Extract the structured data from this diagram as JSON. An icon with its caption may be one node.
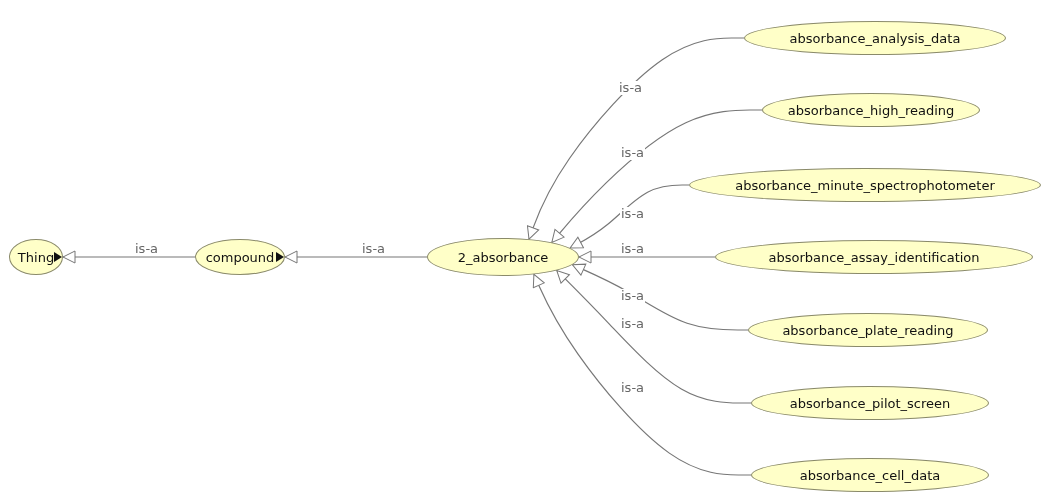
{
  "diagram": {
    "nodes": [
      {
        "text": [
          "Thing"
        ]
      },
      {
        "text": [
          "compound"
        ]
      },
      {
        "text": [
          "2_absorbance"
        ]
      },
      {
        "text": [
          "absorbance_analysis_data"
        ]
      },
      {
        "text": [
          "absorbance_high_reading"
        ]
      },
      {
        "text": [
          "absorbance_minute_spectrophotometer"
        ]
      },
      {
        "text": [
          "absorbance_assay_identification"
        ]
      },
      {
        "text": [
          "absorbance_plate_reading"
        ]
      },
      {
        "text": [
          "absorbance_pilot_screen"
        ]
      },
      {
        "text": [
          "absorbance_cell_data"
        ]
      }
    ],
    "edges": [
      {
        "from": 1,
        "to": 0,
        "arrow": "to",
        "label": "is-a"
      },
      {
        "from": 2,
        "to": 1,
        "arrow": "to",
        "label": "is-a"
      },
      {
        "from": 3,
        "to": 2,
        "arrow": "to",
        "label": "is-a"
      },
      {
        "from": 4,
        "to": 2,
        "arrow": "to",
        "label": "is-a"
      },
      {
        "from": 5,
        "to": 2,
        "arrow": "to",
        "label": "is-a"
      },
      {
        "from": 6,
        "to": 2,
        "arrow": "to",
        "label": "is-a"
      },
      {
        "from": 7,
        "to": 2,
        "arrow": "to",
        "label": "is-a"
      },
      {
        "from": 8,
        "to": 2,
        "arrow": "to",
        "label": "is-a"
      },
      {
        "from": 9,
        "to": 2,
        "arrow": "to",
        "label": "is-a"
      }
    ]
  }
}
